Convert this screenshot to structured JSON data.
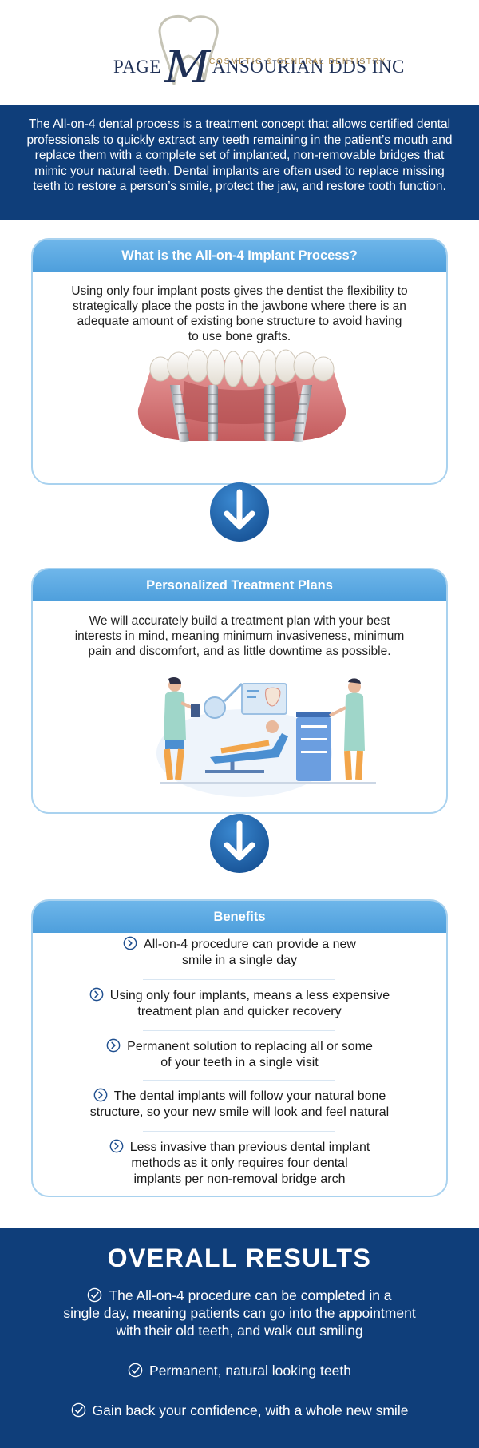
{
  "header": {
    "logo_page": "PAGE",
    "logo_m": "M",
    "logo_name": "ANSOURIAN DDS INC",
    "logo_sub": "COSMETIC & GENERAL DENTISTRY"
  },
  "intro": {
    "text": "The All-on-4 dental process is a treatment concept that allows certified dental professionals to quickly extract any teeth remaining in the patient’s mouth and replace them with a complete set of implanted, non-removable bridges that mimic your natural teeth. Dental implants are often used to replace missing teeth to restore a person’s smile, protect the jaw, and restore tooth function."
  },
  "sections": [
    {
      "title": "What is the All-on-4 Implant Process?",
      "body": "Using only four implant posts gives the dentist the flexibility to strategically place the posts in the jawbone where there is an adequate amount of existing bone structure to avoid having to use bone grafts."
    },
    {
      "title": "Personalized Treatment Plans",
      "body": "We will accurately build a treatment plan with your best interests in mind, meaning minimum invasiveness, minimum pain and discomfort, and as little downtime as possible."
    }
  ],
  "benefits": {
    "title": "Benefits",
    "items": [
      [
        "All-on-4 procedure can provide a new",
        "smile in a single day"
      ],
      [
        "Using only four implants, means a less expensive",
        "treatment plan and quicker recovery"
      ],
      [
        "Permanent solution to replacing all or some",
        "of your teeth in a single visit"
      ],
      [
        "The dental implants will follow your natural bone",
        "structure, so your new smile will look and feel natural"
      ],
      [
        "Less invasive than previous dental implant",
        "methods as it only requires four dental",
        "implants per non-removal bridge arch"
      ]
    ]
  },
  "results": {
    "title": "OVERALL RESULTS",
    "items": [
      [
        "The All-on-4 procedure can be completed in a",
        "single day, meaning patients can go into the appointment",
        "with their old teeth, and walk out smiling"
      ],
      [
        "Permanent, natural looking teeth"
      ],
      [
        "Gain back your confidence, with a whole new smile"
      ]
    ]
  },
  "colors": {
    "navy": "#0f3e7a",
    "accent_blue": "#4e9fdc",
    "card_border": "#a9d2ef",
    "gold": "#b08b4a"
  },
  "icons": {
    "benefit_bullet": "chevron-circle-icon",
    "result_bullet": "check-circle-icon",
    "section_connector": "down-arrow-icon"
  }
}
